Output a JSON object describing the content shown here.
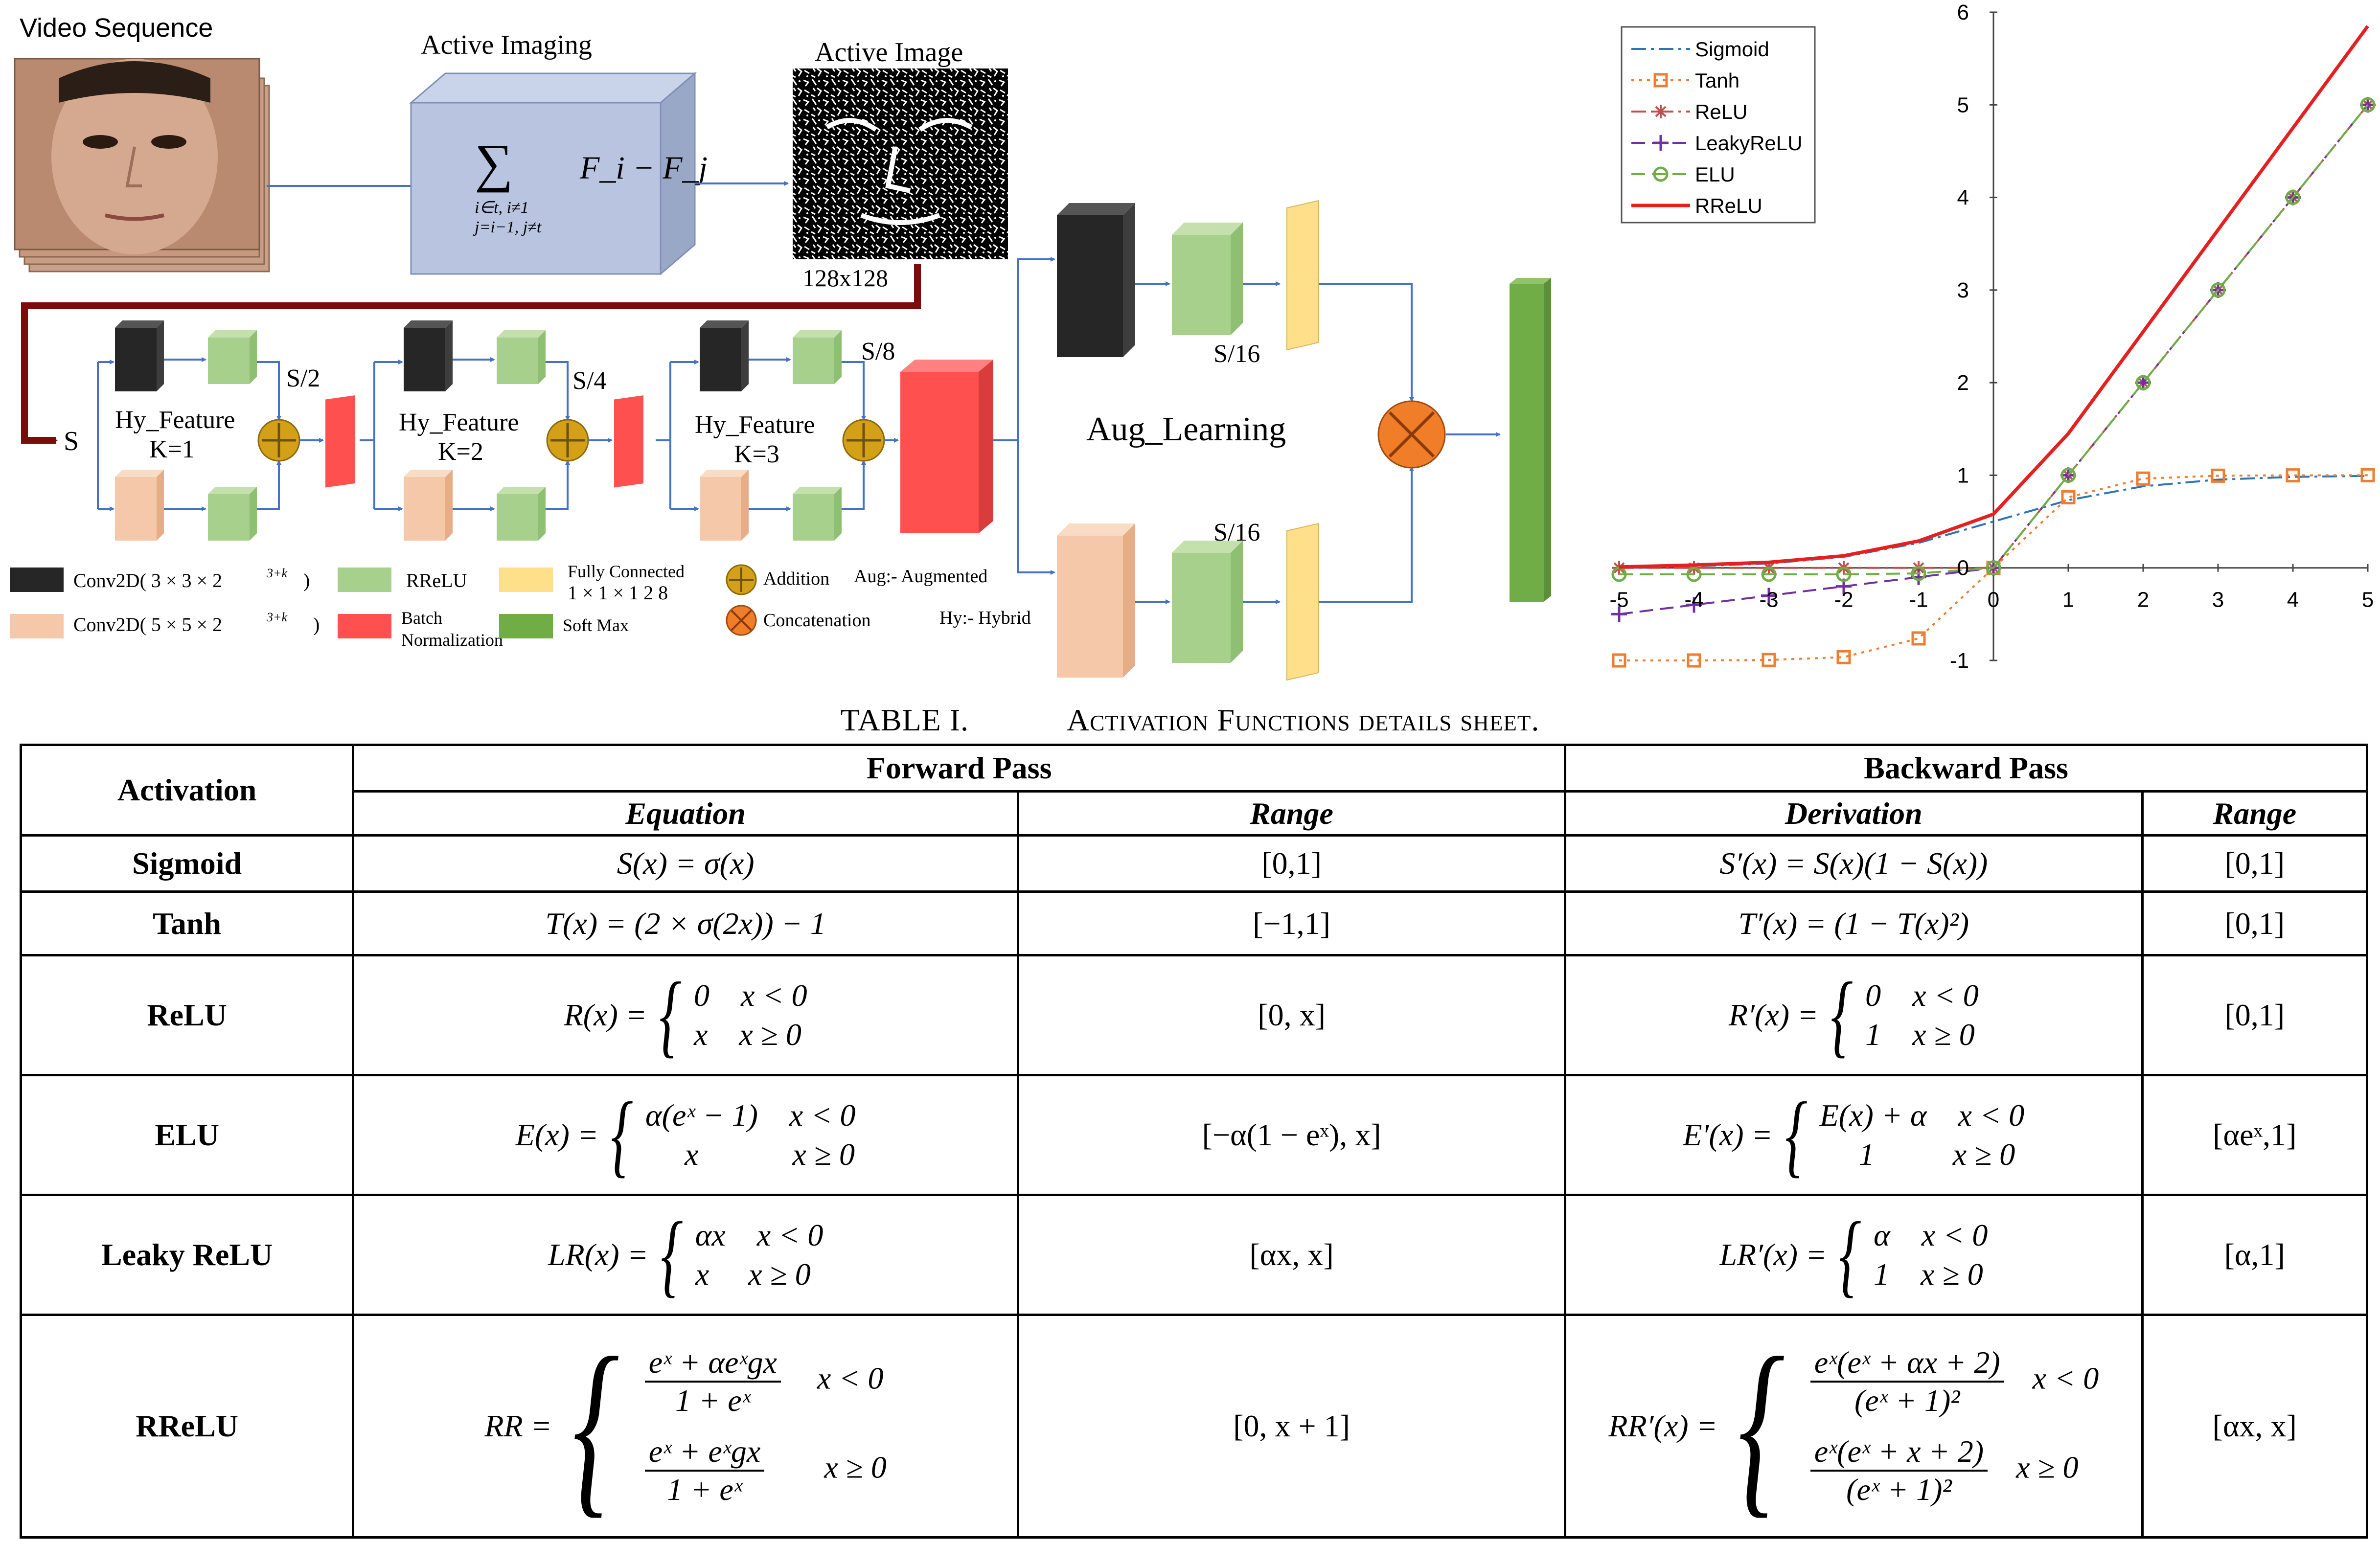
{
  "diagram": {
    "video_sequence_label": "Video Sequence",
    "active_imaging_label": "Active Imaging",
    "active_image_label": "Active Image",
    "sum_formula": "F_i − F_j",
    "sum_subscript_1": "i∈t, i≠1",
    "sum_subscript_2": "j=i−1, j≠t",
    "image_size_label": "128x128",
    "s_label": "S",
    "s2_label": "S/2",
    "s4_label": "S/4",
    "s8_label": "S/8",
    "s16_top_label": "S/16",
    "s16_bottom_label": "S/16",
    "hy_feature_label": "Hy_Feature",
    "k1_label": "K=1",
    "k2_label": "K=2",
    "k3_label": "K=3",
    "aug_learning_label": "Aug_Learning",
    "legend": {
      "conv3": "Conv2D( 3 × 3 × 2",
      "conv3_exp": "3+k",
      "conv5": "Conv2D( 5 × 5 × 2",
      "conv5_exp": "3+k",
      "close_paren": ")",
      "rrelu": "RReLU",
      "fully_connected": "Fully Connected",
      "fc_size": "1 × 1 × 1 2 8",
      "batch": "Batch",
      "normalization": "Normalization",
      "softmax": "Soft Max",
      "addition": "Addition",
      "concatenation": "Concatenation",
      "aug_def": "Aug:- Augmented",
      "hy_def": "Hy:- Hybrid"
    },
    "colors": {
      "conv3": "#262626",
      "conv5": "#f4c8a8",
      "rrelu": "#a8d08d",
      "fc": "#ffe08a",
      "bn": "#ff5050",
      "softmax": "#70ad47",
      "addition": "#d4a017",
      "concat": "#f07d28",
      "arrow": "#4472c4",
      "path": "#7b0c0c"
    }
  },
  "chart_data": {
    "type": "line",
    "x_ticks": [
      "-5",
      "-4",
      "-3",
      "-2",
      "-1",
      "0",
      "1",
      "2",
      "3",
      "4",
      "5"
    ],
    "y_ticks": [
      "-1",
      "0",
      "1",
      "2",
      "3",
      "4",
      "5",
      "6"
    ],
    "xlim": [
      -5,
      5
    ],
    "ylim": [
      -1,
      6
    ],
    "legend_position": "top-left",
    "x": [
      -5,
      -4,
      -3,
      -2,
      -1,
      0,
      1,
      2,
      3,
      4,
      5
    ],
    "series": [
      {
        "name": "Sigmoid",
        "color": "#2e75b6",
        "style": "dashdot",
        "marker": "none",
        "values": [
          0.007,
          0.018,
          0.047,
          0.119,
          0.269,
          0.5,
          0.731,
          0.881,
          0.953,
          0.982,
          0.993
        ]
      },
      {
        "name": "Tanh",
        "color": "#ed7d31",
        "style": "dotted",
        "marker": "square",
        "values": [
          -1.0,
          -1.0,
          -0.995,
          -0.964,
          -0.762,
          0,
          0.762,
          0.964,
          0.995,
          0.999,
          1.0
        ]
      },
      {
        "name": "ReLU",
        "color": "#c0504d",
        "style": "dashdot",
        "marker": "star",
        "values": [
          0,
          0,
          0,
          0,
          0,
          0,
          1,
          2,
          3,
          4,
          5
        ]
      },
      {
        "name": "LeakyReLU",
        "color": "#7030a0",
        "style": "dashed",
        "marker": "plus",
        "values": [
          -0.5,
          -0.4,
          -0.3,
          -0.2,
          -0.1,
          0,
          1,
          2,
          3,
          4,
          5
        ]
      },
      {
        "name": "ELU",
        "color": "#70ad47",
        "style": "dashed",
        "marker": "circle",
        "values": [
          -0.07,
          -0.07,
          -0.07,
          -0.07,
          -0.06,
          0,
          1,
          2,
          3,
          4,
          5
        ]
      },
      {
        "name": "RReLU",
        "color": "#e52020",
        "style": "solid",
        "marker": "none",
        "values": [
          0.01,
          0.03,
          0.06,
          0.13,
          0.29,
          0.58,
          1.45,
          2.55,
          3.65,
          4.75,
          5.85
        ]
      }
    ]
  },
  "table": {
    "caption_num": "TABLE I.",
    "caption_text": "Activation Functions details sheet.",
    "head_activation": "Activation",
    "head_forward": "Forward Pass",
    "head_backward": "Backward Pass",
    "head_equation": "Equation",
    "head_range_f": "Range",
    "head_derivation": "Derivation",
    "head_range_b": "Range",
    "rows": [
      {
        "name": "Sigmoid",
        "eq": "S(x) = σ(x)",
        "range_f": "[0,1]",
        "deriv": "S′(x) = S(x)(1 − S(x))",
        "range_b": "[0,1]"
      },
      {
        "name": "Tanh",
        "eq": "T(x) = (2 × σ(2x)) − 1",
        "range_f": "[−1,1]",
        "deriv": "T′(x) = (1 − T(x)²)",
        "range_b": "[0,1]"
      },
      {
        "name": "ReLU",
        "eq_lhs": "R(x) =",
        "eq_c1": "0    x < 0",
        "eq_c2": "x    x ≥ 0",
        "range_f": "[0, x]",
        "deriv_lhs": "R′(x) =",
        "deriv_c1": "0    x < 0",
        "deriv_c2": "1    x ≥ 0",
        "range_b": "[0,1]"
      },
      {
        "name": "ELU",
        "eq_lhs": "E(x) =",
        "eq_c1": "α(eˣ − 1)    x < 0",
        "eq_c2": "     x            x ≥ 0",
        "range_f": "[−α(1 − eˣ), x]",
        "deriv_lhs": "E′(x) =",
        "deriv_c1": "E(x) + α    x < 0",
        "deriv_c2": "     1          x ≥ 0",
        "range_b": "[αeˣ,1]"
      },
      {
        "name": "Leaky ReLU",
        "eq_lhs": "LR(x) =",
        "eq_c1": "αx    x < 0",
        "eq_c2": "x     x ≥ 0",
        "range_f": "[αx, x]",
        "deriv_lhs": "LR′(x) =",
        "deriv_c1": "α    x < 0",
        "deriv_c2": "1    x ≥ 0",
        "range_b": "[α,1]"
      },
      {
        "name": "RReLU",
        "eq_lhs": "RR =",
        "eq_n1": "eˣ + αeˣgx",
        "eq_d1": "1 + eˣ",
        "eq_cond1": "x < 0",
        "eq_n2": "eˣ + eˣgx",
        "eq_d2": "1 + eˣ",
        "eq_cond2": "x ≥ 0",
        "range_f": "[0, x + 1]",
        "deriv_lhs": "RR′(x) =",
        "deriv_n1": "eˣ(eˣ + αx + 2)",
        "deriv_d1": "(eˣ + 1)²",
        "deriv_cond1": "x < 0",
        "deriv_n2": "eˣ(eˣ + x + 2)",
        "deriv_d2": "(eˣ + 1)²",
        "deriv_cond2": "x ≥ 0",
        "range_b": "[αx, x]"
      }
    ]
  }
}
